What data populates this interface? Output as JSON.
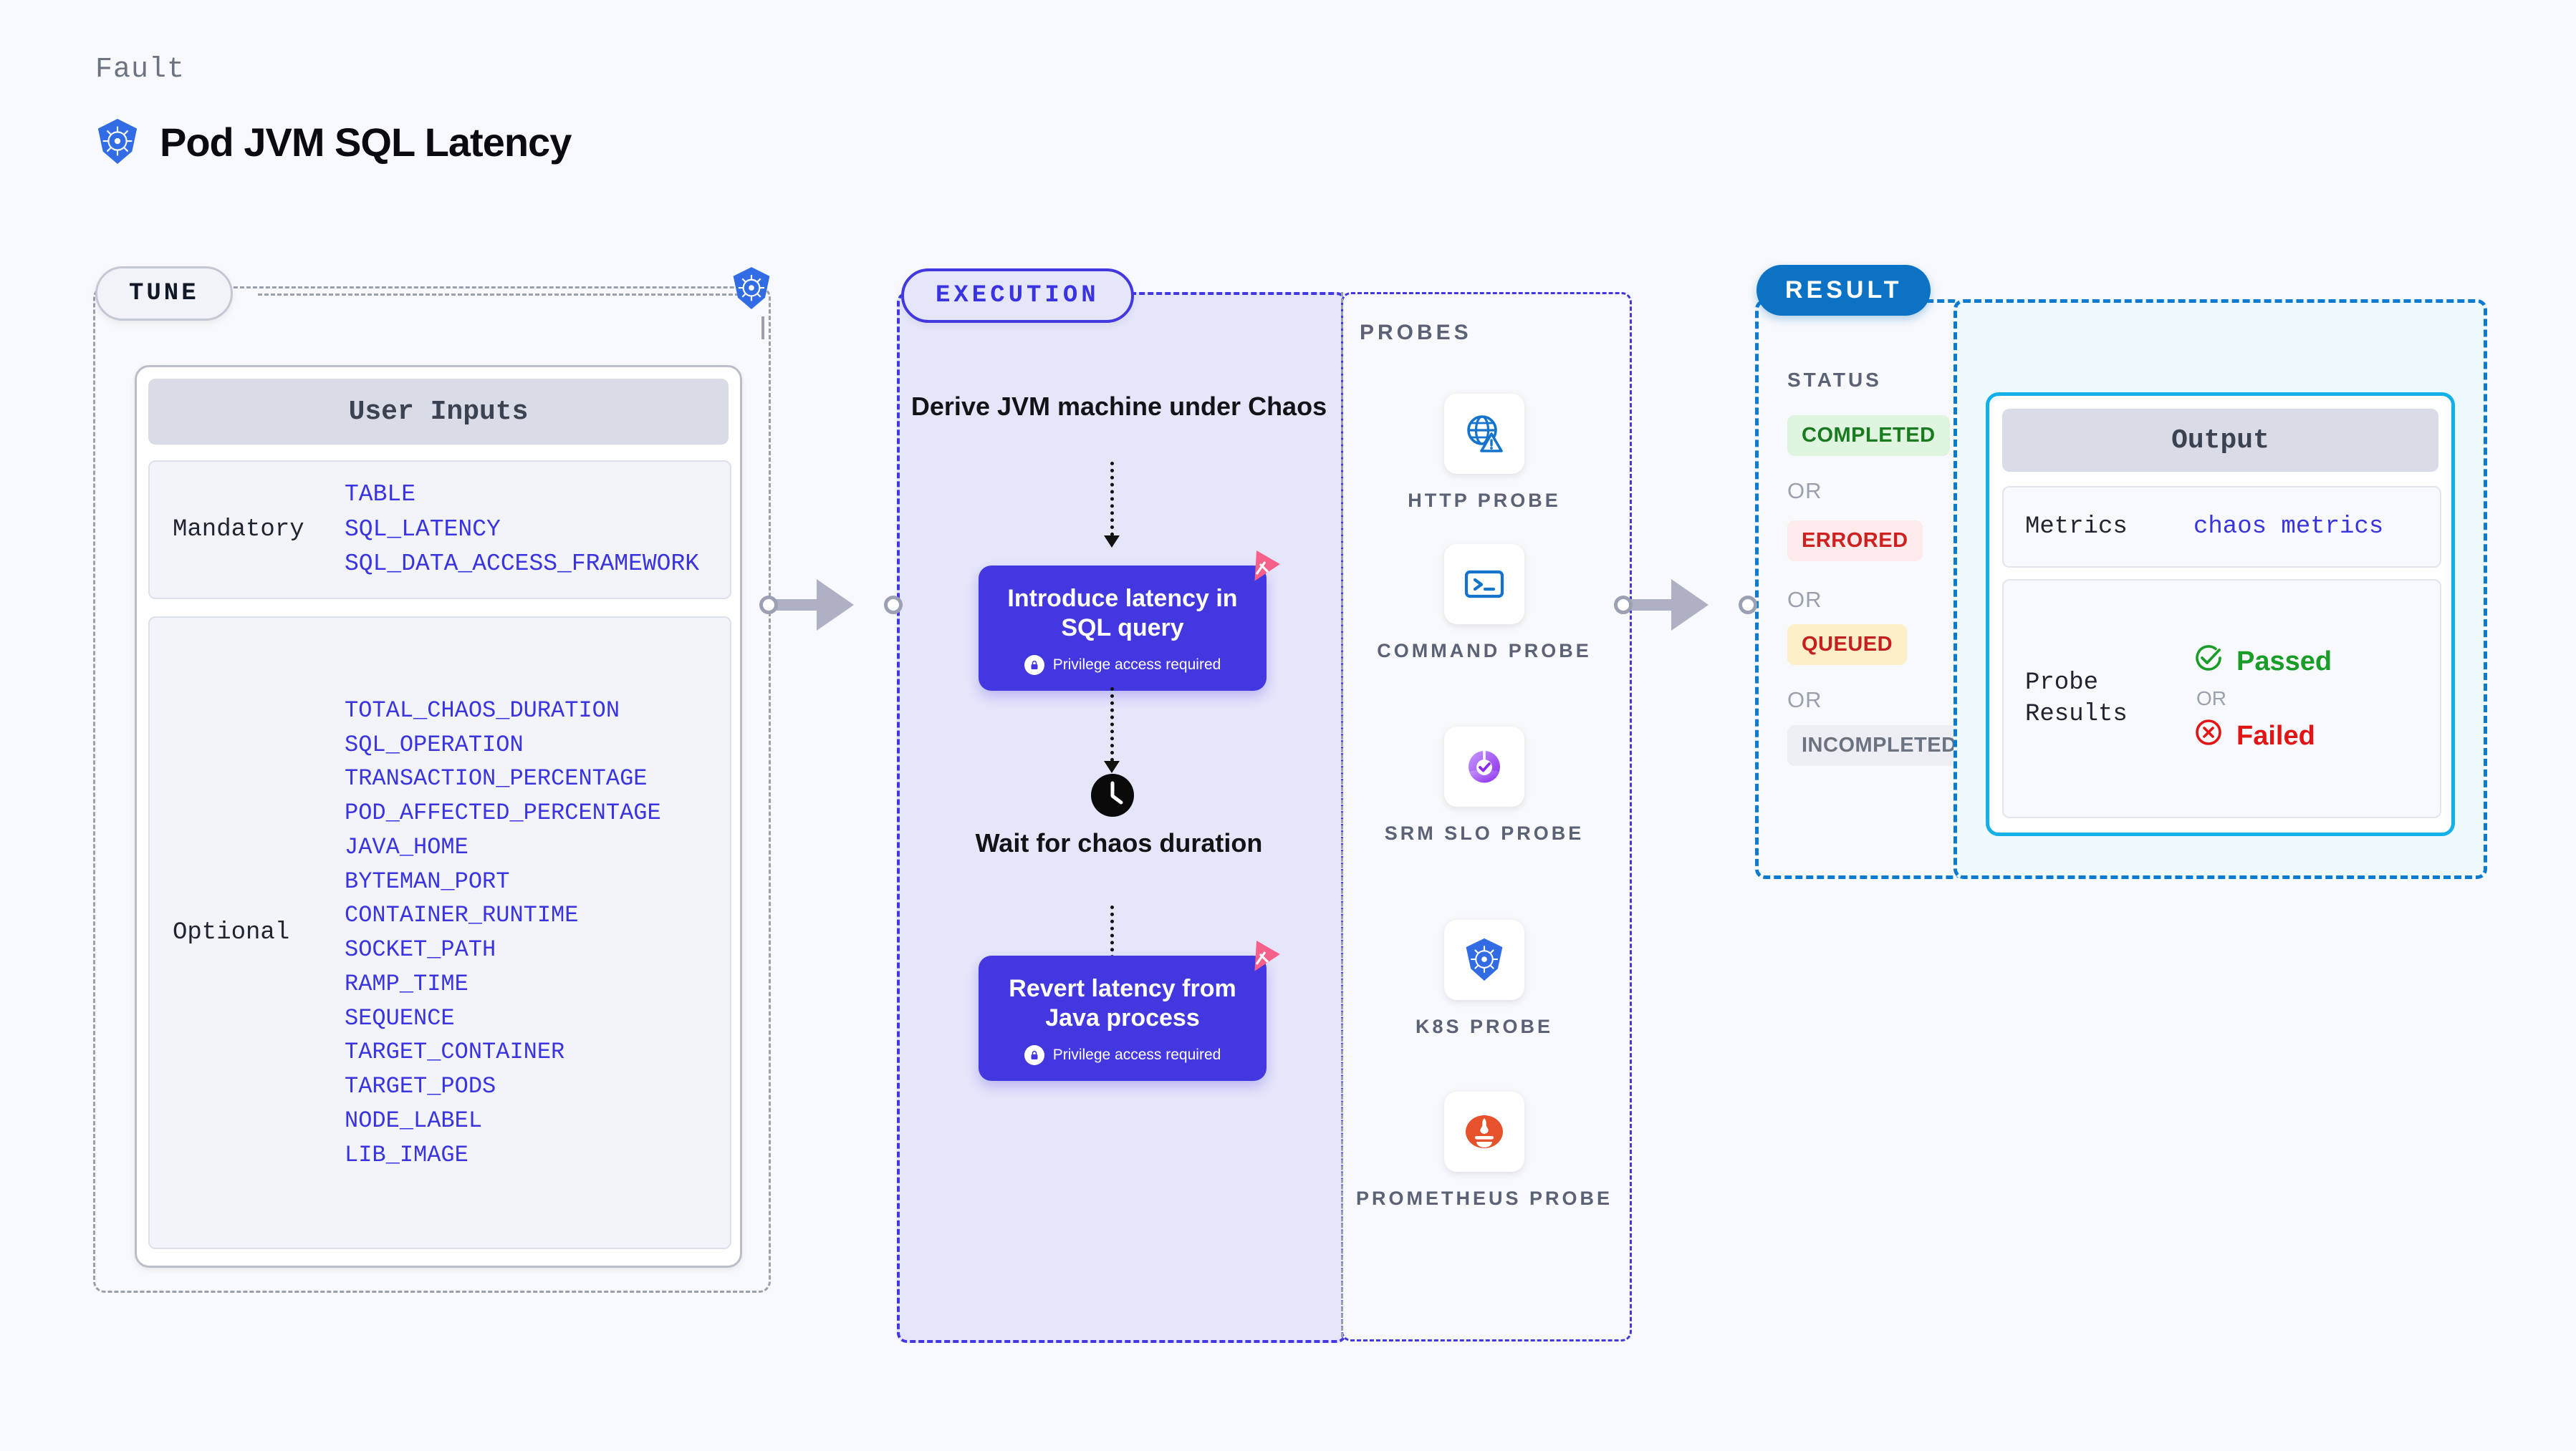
{
  "header": {
    "eyebrow": "Fault",
    "title": "Pod JVM SQL Latency",
    "icon": "kubernetes-icon"
  },
  "tune": {
    "chip_label": "TUNE",
    "node_icon": "kubernetes-icon",
    "card": {
      "header": "User Inputs",
      "groups": [
        {
          "label": "Mandatory",
          "items": [
            "TABLE",
            "SQL_LATENCY",
            "SQL_DATA_ACCESS_FRAMEWORK"
          ]
        },
        {
          "label": "Optional",
          "items": [
            "TOTAL_CHAOS_DURATION",
            "SQL_OPERATION",
            "TRANSACTION_PERCENTAGE",
            "POD_AFFECTED_PERCENTAGE",
            "JAVA_HOME",
            "BYTEMAN_PORT",
            "CONTAINER_RUNTIME",
            "SOCKET_PATH",
            "RAMP_TIME",
            "SEQUENCE",
            "TARGET_CONTAINER",
            "TARGET_PODS",
            "NODE_LABEL",
            "LIB_IMAGE"
          ]
        }
      ]
    }
  },
  "execution": {
    "chip_label": "EXECUTION",
    "step_derive": "Derive JVM machine under Chaos",
    "card_introduce": {
      "title": "Introduce latency in SQL query",
      "note": "Privilege access required",
      "lock_icon": "lock-icon",
      "corner_icon": "harness-logo-icon"
    },
    "step_wait": "Wait for chaos duration",
    "clock_icon": "clock-icon",
    "card_revert": {
      "title": "Revert latency from Java process",
      "note": "Privilege access required",
      "lock_icon": "lock-icon",
      "corner_icon": "harness-logo-icon"
    }
  },
  "probes": {
    "section_label": "PROBES",
    "items": [
      {
        "label": "HTTP PROBE",
        "icon": "globe-warning-icon"
      },
      {
        "label": "COMMAND PROBE",
        "icon": "terminal-icon"
      },
      {
        "label": "SRM SLO PROBE",
        "icon": "slo-gauge-check-icon"
      },
      {
        "label": "K8S PROBE",
        "icon": "kubernetes-icon"
      },
      {
        "label": "PROMETHEUS PROBE",
        "icon": "prometheus-icon"
      }
    ]
  },
  "result": {
    "chip_label": "RESULT",
    "status_label": "STATUS",
    "or_label": "OR",
    "statuses": [
      {
        "label": "COMPLETED",
        "bg": "#dff5e0",
        "fg": "#1a7a1f"
      },
      {
        "label": "ERRORED",
        "bg": "#fdeaea",
        "fg": "#cf2020"
      },
      {
        "label": "QUEUED",
        "bg": "#fdefc8",
        "fg": "#c42020"
      },
      {
        "label": "INCOMPLETED",
        "bg": "#edeff5",
        "fg": "#6b7280"
      }
    ]
  },
  "output": {
    "header": "Output",
    "metrics_key": "Metrics",
    "metrics_value": "chaos metrics",
    "probe_results_key": "Probe Results",
    "passed_label": "Passed",
    "failed_label": "Failed",
    "or_label": "OR",
    "passed_icon": "check-circle-icon",
    "failed_icon": "x-circle-icon"
  },
  "colors": {
    "accent_indigo": "#4338e0",
    "accent_blue": "#0b72c4",
    "accent_cyan": "#14b0e8",
    "param_text": "#3a34e0",
    "harness_pink": "#f5618a"
  }
}
